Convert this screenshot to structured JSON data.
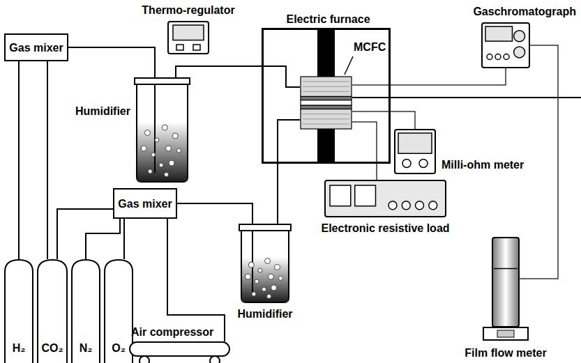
{
  "diagram": {
    "nodes": [
      {
        "text": [
          "Thermo-regulator"
        ]
      },
      {
        "text": [
          "Electric furnace"
        ]
      },
      {
        "text": [
          "MCFC"
        ],
        "in": 1
      },
      {
        "text": [
          "Gaschromatograph"
        ]
      },
      {
        "text": [
          "Gas mixer"
        ]
      },
      {
        "text": [
          "Humidifier"
        ]
      },
      {
        "text": [
          "Milli-ohm meter"
        ]
      },
      {
        "text": [
          "Gas mixer"
        ]
      },
      {
        "text": [
          "Electronic resistive load"
        ]
      },
      {
        "text": [
          "Humidifier"
        ]
      },
      {
        "text": [
          "Film flow meter"
        ]
      },
      {
        "text": [
          "H₂"
        ]
      },
      {
        "text": [
          "CO₂"
        ]
      },
      {
        "text": [
          "N₂"
        ]
      },
      {
        "text": [
          "O₂"
        ]
      },
      {
        "text": [
          "Air compressor"
        ]
      }
    ],
    "edges": [
      {
        "from": 4,
        "to": 5,
        "arrow": "none"
      },
      {
        "from": 5,
        "to": 2,
        "arrow": "none"
      },
      {
        "from": 7,
        "to": 9,
        "arrow": "none"
      },
      {
        "from": 9,
        "to": 2,
        "arrow": "none"
      },
      {
        "from": 11,
        "to": 4,
        "arrow": "none"
      },
      {
        "from": 12,
        "to": 4,
        "arrow": "none"
      },
      {
        "from": 12,
        "to": 7,
        "arrow": "none"
      },
      {
        "from": 13,
        "to": 7,
        "arrow": "none"
      },
      {
        "from": 14,
        "to": 7,
        "arrow": "none"
      },
      {
        "from": 15,
        "to": 7,
        "arrow": "none"
      },
      {
        "from": 2,
        "to": 3,
        "arrow": "none"
      },
      {
        "from": 2,
        "to": 6,
        "arrow": "none"
      },
      {
        "from": 2,
        "to": 8,
        "arrow": "none"
      },
      {
        "from": 3,
        "to": 10,
        "arrow": "none"
      }
    ]
  }
}
